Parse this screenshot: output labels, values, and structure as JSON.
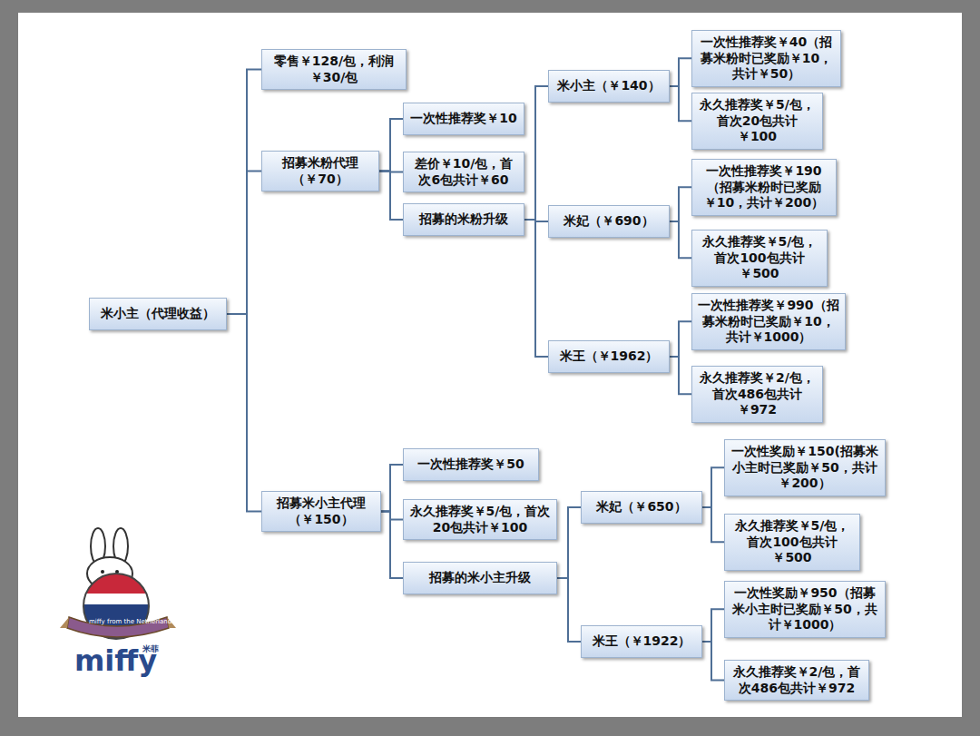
{
  "diagram": {
    "nodes": [
      {
        "text": [
          "米小主（代理收益）"
        ]
      },
      {
        "text": [
          "零售￥128/包，利润￥30/包"
        ]
      },
      {
        "text": [
          "招募米粉代理（￥70）"
        ]
      },
      {
        "text": [
          "一次性推荐奖￥10"
        ]
      },
      {
        "text": [
          "差价￥10/包，首次6包共计￥60"
        ]
      },
      {
        "text": [
          "招募的米粉升级"
        ]
      },
      {
        "text": [
          "米小主（￥140）"
        ]
      },
      {
        "text": [
          "一次性推荐奖￥40（招募米粉时已奖励￥10，共计￥50）"
        ]
      },
      {
        "text": [
          "永久推荐奖￥5/包，首次20包共计￥100"
        ]
      },
      {
        "text": [
          "米妃（￥690）"
        ]
      },
      {
        "text": [
          "一次性推荐奖￥190（招募米粉时已奖励￥10，共计￥200）"
        ]
      },
      {
        "text": [
          "永久推荐奖￥5/包，首次100包共计￥500"
        ]
      },
      {
        "text": [
          "米王（￥1962）"
        ]
      },
      {
        "text": [
          "一次性推荐奖￥990（招募米粉时已奖励￥10，共计￥1000）"
        ]
      },
      {
        "text": [
          "永久推荐奖￥2/包，首次486包共计￥972"
        ]
      },
      {
        "text": [
          "招募米小主代理（￥150）"
        ]
      },
      {
        "text": [
          "一次性推荐奖￥50"
        ]
      },
      {
        "text": [
          "永久推荐奖￥5/包，首次20包共计￥100"
        ]
      },
      {
        "text": [
          "招募的米小主升级"
        ]
      },
      {
        "text": [
          "米妃（￥650）"
        ]
      },
      {
        "text": [
          "一次性奖励￥150(招募米小主时已奖励￥50，共计￥200）"
        ]
      },
      {
        "text": [
          "永久推荐奖￥5/包，首次100包共计￥500"
        ]
      },
      {
        "text": [
          "米王（￥1922）"
        ]
      },
      {
        "text": [
          "一次性奖励￥950（招募米小主时已奖励￥50，共计￥1000）"
        ]
      },
      {
        "text": [
          "永久推荐奖￥2/包，首次486包共计￥972"
        ]
      }
    ],
    "edges": [
      {
        "from": 0,
        "to": 1,
        "arrow": "none"
      },
      {
        "from": 0,
        "to": 2,
        "arrow": "none"
      },
      {
        "from": 0,
        "to": 15,
        "arrow": "none"
      },
      {
        "from": 2,
        "to": 3,
        "arrow": "none"
      },
      {
        "from": 2,
        "to": 4,
        "arrow": "none"
      },
      {
        "from": 2,
        "to": 5,
        "arrow": "none"
      },
      {
        "from": 5,
        "to": 6,
        "arrow": "none"
      },
      {
        "from": 5,
        "to": 9,
        "arrow": "none"
      },
      {
        "from": 5,
        "to": 12,
        "arrow": "none"
      },
      {
        "from": 6,
        "to": 7,
        "arrow": "none"
      },
      {
        "from": 6,
        "to": 8,
        "arrow": "none"
      },
      {
        "from": 9,
        "to": 10,
        "arrow": "none"
      },
      {
        "from": 9,
        "to": 11,
        "arrow": "none"
      },
      {
        "from": 12,
        "to": 13,
        "arrow": "none"
      },
      {
        "from": 12,
        "to": 14,
        "arrow": "none"
      },
      {
        "from": 15,
        "to": 16,
        "arrow": "none"
      },
      {
        "from": 15,
        "to": 17,
        "arrow": "none"
      },
      {
        "from": 15,
        "to": 18,
        "arrow": "none"
      },
      {
        "from": 18,
        "to": 19,
        "arrow": "none"
      },
      {
        "from": 18,
        "to": 22,
        "arrow": "none"
      },
      {
        "from": 19,
        "to": 20,
        "arrow": "none"
      },
      {
        "from": 19,
        "to": 21,
        "arrow": "none"
      },
      {
        "from": 22,
        "to": 23,
        "arrow": "none"
      },
      {
        "from": 22,
        "to": 24,
        "arrow": "none"
      }
    ],
    "labels": [
      "miffy from the Netherlands",
      "米菲",
      "miffy"
    ]
  }
}
